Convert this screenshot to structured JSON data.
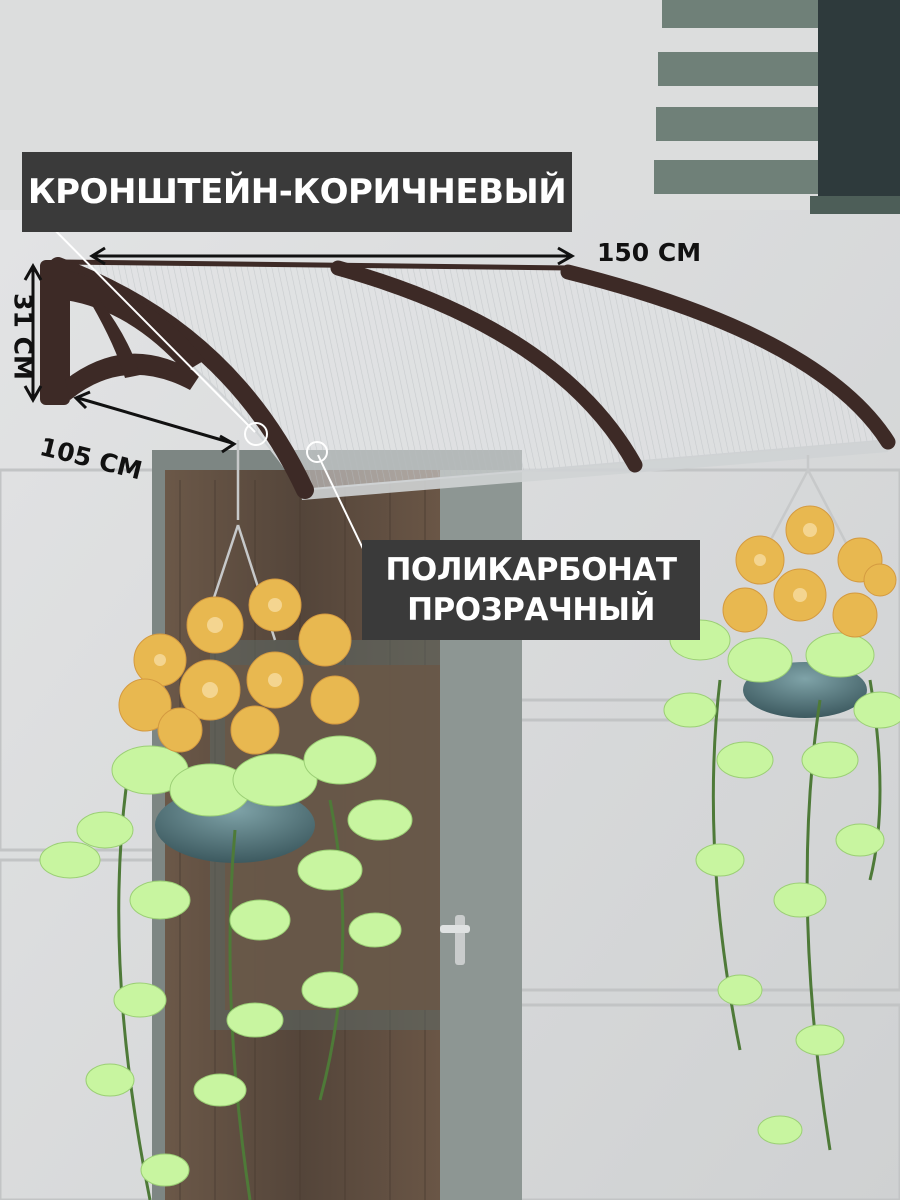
{
  "labels": {
    "bracket": "КРОНШТЕЙН-КОРИЧНЕВЫЙ",
    "polycarbonate_line1": "ПОЛИКАРБОНАТ",
    "polycarbonate_line2": "ПРОЗРАЧНЫЙ"
  },
  "dimensions": {
    "width": "150 СМ",
    "height": "31 СМ",
    "depth": "105 СМ"
  },
  "colors": {
    "frame": "#3d2a26",
    "label_bg": "#3a3a3a",
    "wall": "#d9dadb",
    "door": "#5a4a3c",
    "leaf": "#c8f5a0",
    "flower": "#e8b850"
  }
}
